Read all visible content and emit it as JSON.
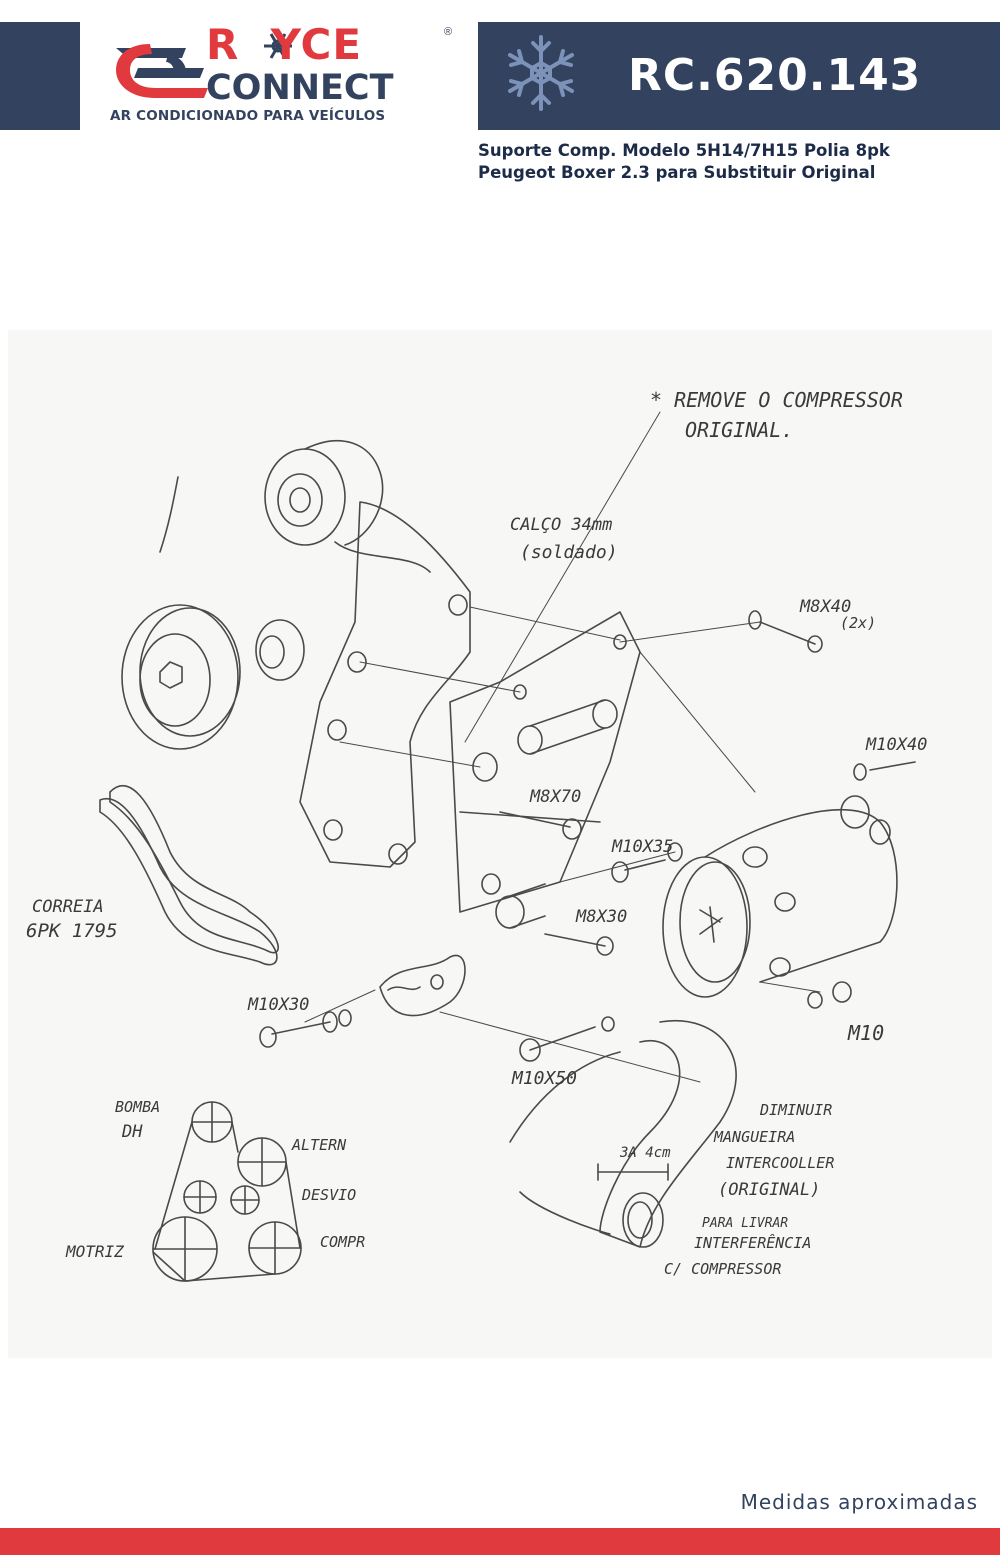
{
  "brand": {
    "word_top": "R  YCE",
    "registered": "®",
    "word_bottom": "CONNECT",
    "tagline": "AR CONDICIONADO PARA VEÍCULOS"
  },
  "header": {
    "code": "RC.620.143",
    "icon": "snowflake-icon",
    "subtitle_line1": "Suporte Comp. Modelo 5H14/7H15 Polia 8pk",
    "subtitle_line2": "Peugeot Boxer 2.3 para Substituir Original"
  },
  "drawing": {
    "note_line1": "* REMOVE O COMPRESSOR",
    "note_line2": "ORIGINAL.",
    "calco_line1": "CALÇO 34mm",
    "calco_line2": "(soldado)",
    "m8x40": "M8X40",
    "m8x40_qty": "(2x)",
    "m10x40": "M10X40",
    "m8x70": "M8X70",
    "m10x35": "M10X35",
    "m8x30": "M8X30",
    "m10x30": "M10X30",
    "m10": "M10",
    "m10x50": "M10X50",
    "correia_line1": "CORREIA",
    "correia_line2": "6PK 1795",
    "bomba_line1": "BOMBA",
    "bomba_line2": "DH",
    "altern": "ALTERN",
    "desvio": "DESVIO",
    "motriz": "MOTRIZ",
    "compr": "COMPR",
    "hose_dim": "3A 4cm",
    "hose_note_1": "DIMINUIR",
    "hose_note_2": "MANGUEIRA",
    "hose_note_3": "INTERCOOLLER",
    "hose_note_4": "(ORIGINAL)",
    "hose_note_5": "PARA LIVRAR",
    "hose_note_6": "INTERFERÊNCIA",
    "hose_note_7": "C/ COMPRESSOR"
  },
  "footer": {
    "note": "Medidas aproximadas"
  },
  "colors": {
    "navy": "#33435f",
    "red": "#e03a3e",
    "pencil": "#3a3a3a"
  }
}
